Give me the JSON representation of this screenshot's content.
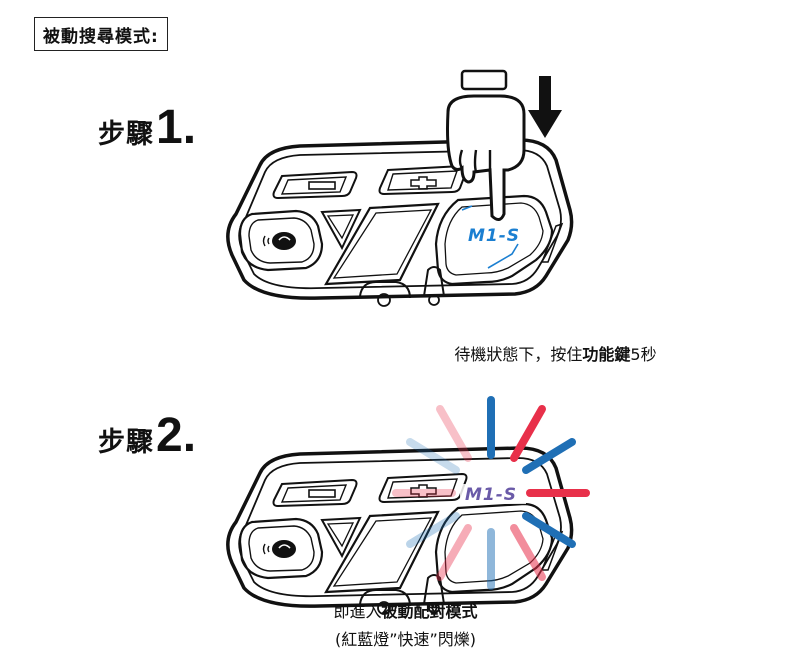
{
  "title": "被動搜尋模式:",
  "step1": {
    "word": "步驟",
    "number": "1."
  },
  "step2": {
    "word": "步驟",
    "number": "2."
  },
  "caption1": {
    "prefix": "待機狀態下，按住",
    "bold": "功能鍵",
    "suffix": "5秒"
  },
  "caption2": {
    "prefix": "即進入",
    "bold": "被動配對模式"
  },
  "caption3": "(紅藍燈”快速”閃爍)",
  "device_logo": "M1-S",
  "colors": {
    "red": "#e8304a",
    "blue": "#1f6fb5",
    "logo_blue": "#1b7fd1"
  }
}
